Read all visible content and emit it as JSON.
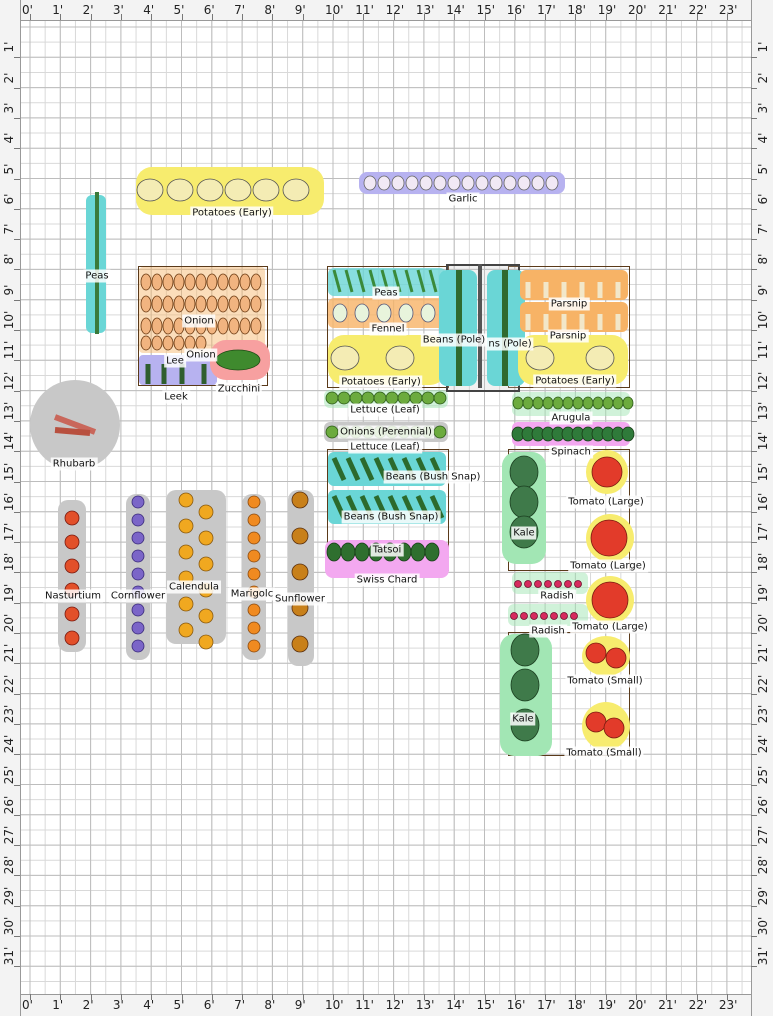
{
  "colors": {
    "yellow_hl": "#f7ec6e",
    "purple_hl": "#b7b2f0",
    "teal_hl": "#6ad6d6",
    "orange_hl": "#f7b366",
    "gray_hl": "#c8c8c8",
    "pink_hl": "#f3a8f0",
    "red_hl": "#f7a0a0",
    "green_hl": "#a2e6b4",
    "grid_line": "#d9d9d9",
    "grid_major": "#bdbdbd",
    "bed_border": "#5a3a1a"
  },
  "ruler": {
    "x_labels": [
      "0'",
      "1'",
      "2'",
      "3'",
      "4'",
      "5'",
      "6'",
      "7'",
      "8'",
      "9'",
      "10'",
      "11'",
      "12'",
      "13'",
      "14'",
      "15'",
      "16'",
      "17'",
      "18'",
      "19'",
      "20'",
      "21'",
      "22'",
      "23'"
    ],
    "y_labels": [
      "1'",
      "2'",
      "3'",
      "4'",
      "5'",
      "6'",
      "7'",
      "8'",
      "9'",
      "10'",
      "11'",
      "12'",
      "13'",
      "14'",
      "15'",
      "16'",
      "17'",
      "18'",
      "19'",
      "20'",
      "21'",
      "22'",
      "23'",
      "24'",
      "25'",
      "26'",
      "27'",
      "28'",
      "29'",
      "30'",
      "31'"
    ]
  },
  "plants": {
    "potatoes_early_top": "Potatoes (Early)",
    "garlic": "Garlic",
    "peas_left": "Peas",
    "onion_1": "Onion",
    "onion_2": "Onion",
    "leek_1": "Lee",
    "leek_2": "Leek",
    "zucchini": "Zucchini",
    "rhubarb": "Rhubarb",
    "peas_mid": "Peas",
    "fennel": "Fennel",
    "beans_pole_1": "Beans (Pole)",
    "beans_pole_2": "ns (Pole)",
    "potatoes_early_mid": "Potatoes (Early)",
    "parsnip_1": "Parsnip",
    "parsnip_2": "Parsnip",
    "potatoes_early_right": "Potatoes (Early)",
    "lettuce_leaf_1": "Lettuce (Leaf)",
    "onions_perennial": "Onions (Perennial)",
    "lettuce_leaf_2": "Lettuce (Leaf)",
    "beans_bush_1": "Beans (Bush Snap)",
    "beans_bush_2": "Beans (Bush Snap)",
    "tatsoi": "Tatsoi",
    "swiss_chard": "Swiss Chard",
    "arugula": "Arugula",
    "spinach": "Spinach",
    "kale_1": "Kale",
    "kale_2": "Kale",
    "tomato_large_1": "Tomato (Large)",
    "tomato_large_2": "Tomato (Large)",
    "tomato_large_3": "Tomato (Large)",
    "radish_1": "Radish",
    "radish_2": "Radish",
    "tomato_small_1": "Tomato (Small)",
    "tomato_small_2": "Tomato (Small)",
    "nasturtium": "Nasturtium",
    "cornflower": "Cornflower",
    "calendula": "Calendula",
    "marigold": "Marigolc",
    "sunflower": "Sunflower"
  }
}
